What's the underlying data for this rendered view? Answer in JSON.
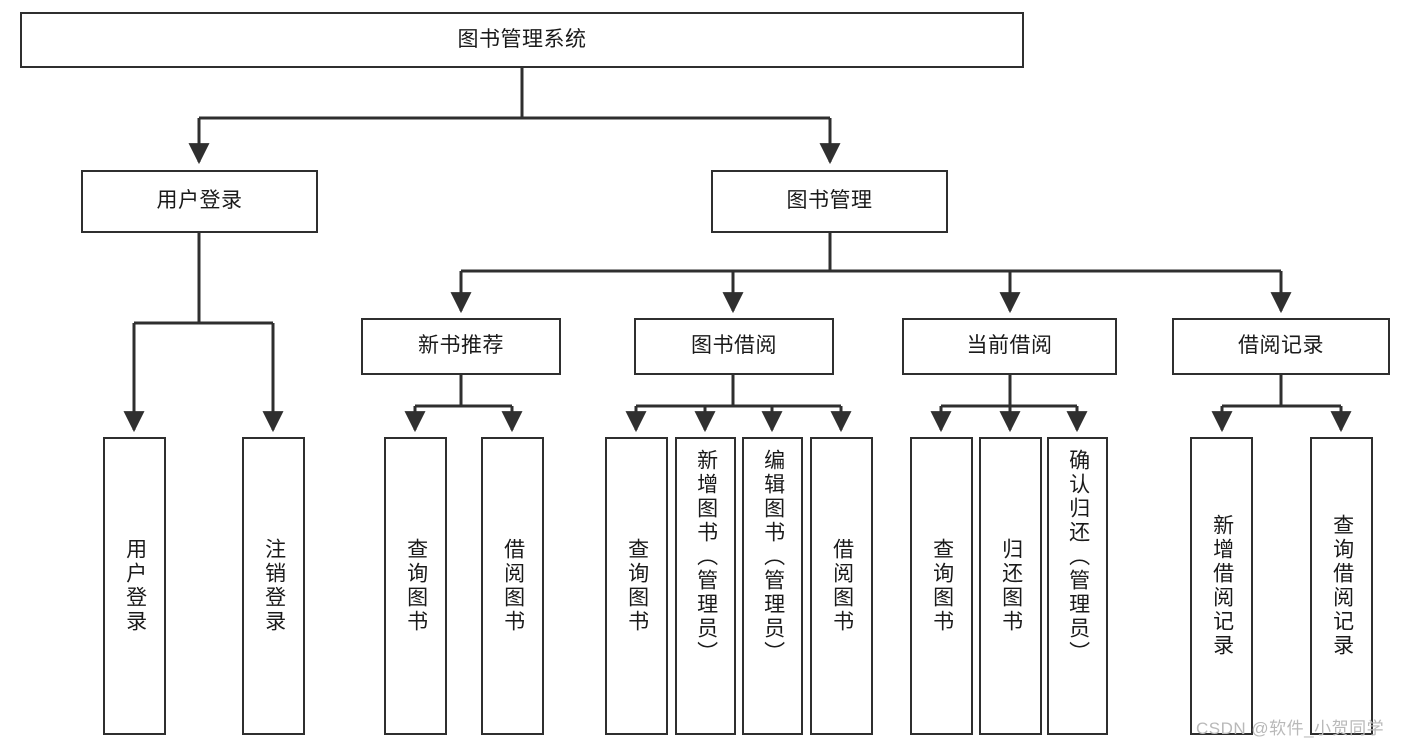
{
  "diagram": {
    "type": "hierarchy-tree",
    "title": "图书管理系统",
    "levels": 4,
    "colors": {
      "box_border": "#2f2f2f",
      "box_fill": "#ffffff",
      "connector": "#2f2f2f",
      "text": "#1a1a1a",
      "watermark": "#b9b9b9"
    },
    "root": {
      "id": "root",
      "label": "图书管理系统"
    },
    "level2": [
      {
        "id": "user-login",
        "label": "用户登录"
      },
      {
        "id": "book-management",
        "label": "图书管理"
      }
    ],
    "level3": [
      {
        "id": "new-book-recommend",
        "label": "新书推荐",
        "parent": "book-management"
      },
      {
        "id": "book-borrow",
        "label": "图书借阅",
        "parent": "book-management"
      },
      {
        "id": "current-borrow",
        "label": "当前借阅",
        "parent": "book-management"
      },
      {
        "id": "borrow-record",
        "label": "借阅记录",
        "parent": "book-management"
      }
    ],
    "leaves": [
      {
        "id": "leaf-user-login",
        "label": "用户登录",
        "parent": "user-login"
      },
      {
        "id": "leaf-logout-login",
        "label": "注销登录",
        "parent": "user-login"
      },
      {
        "id": "leaf-query-book-1",
        "label": "查询图书",
        "parent": "new-book-recommend"
      },
      {
        "id": "leaf-borrow-book-1",
        "label": "借阅图书",
        "parent": "new-book-recommend"
      },
      {
        "id": "leaf-query-book-2",
        "label": "查询图书",
        "parent": "book-borrow"
      },
      {
        "id": "leaf-add-book",
        "label": "新增图书（管理员）",
        "parent": "book-borrow"
      },
      {
        "id": "leaf-edit-book",
        "label": "编辑图书（管理员）",
        "parent": "book-borrow"
      },
      {
        "id": "leaf-borrow-book-2",
        "label": "借阅图书",
        "parent": "book-borrow"
      },
      {
        "id": "leaf-query-book-3",
        "label": "查询图书",
        "parent": "current-borrow"
      },
      {
        "id": "leaf-return-book",
        "label": "归还图书",
        "parent": "current-borrow"
      },
      {
        "id": "leaf-confirm-return",
        "label": "确认归还（管理员）",
        "parent": "current-borrow"
      },
      {
        "id": "leaf-add-record",
        "label": "新增借阅记录",
        "parent": "borrow-record"
      },
      {
        "id": "leaf-query-record",
        "label": "查询借阅记录",
        "parent": "borrow-record"
      }
    ],
    "watermark": "CSDN @软件_小贺同学"
  }
}
